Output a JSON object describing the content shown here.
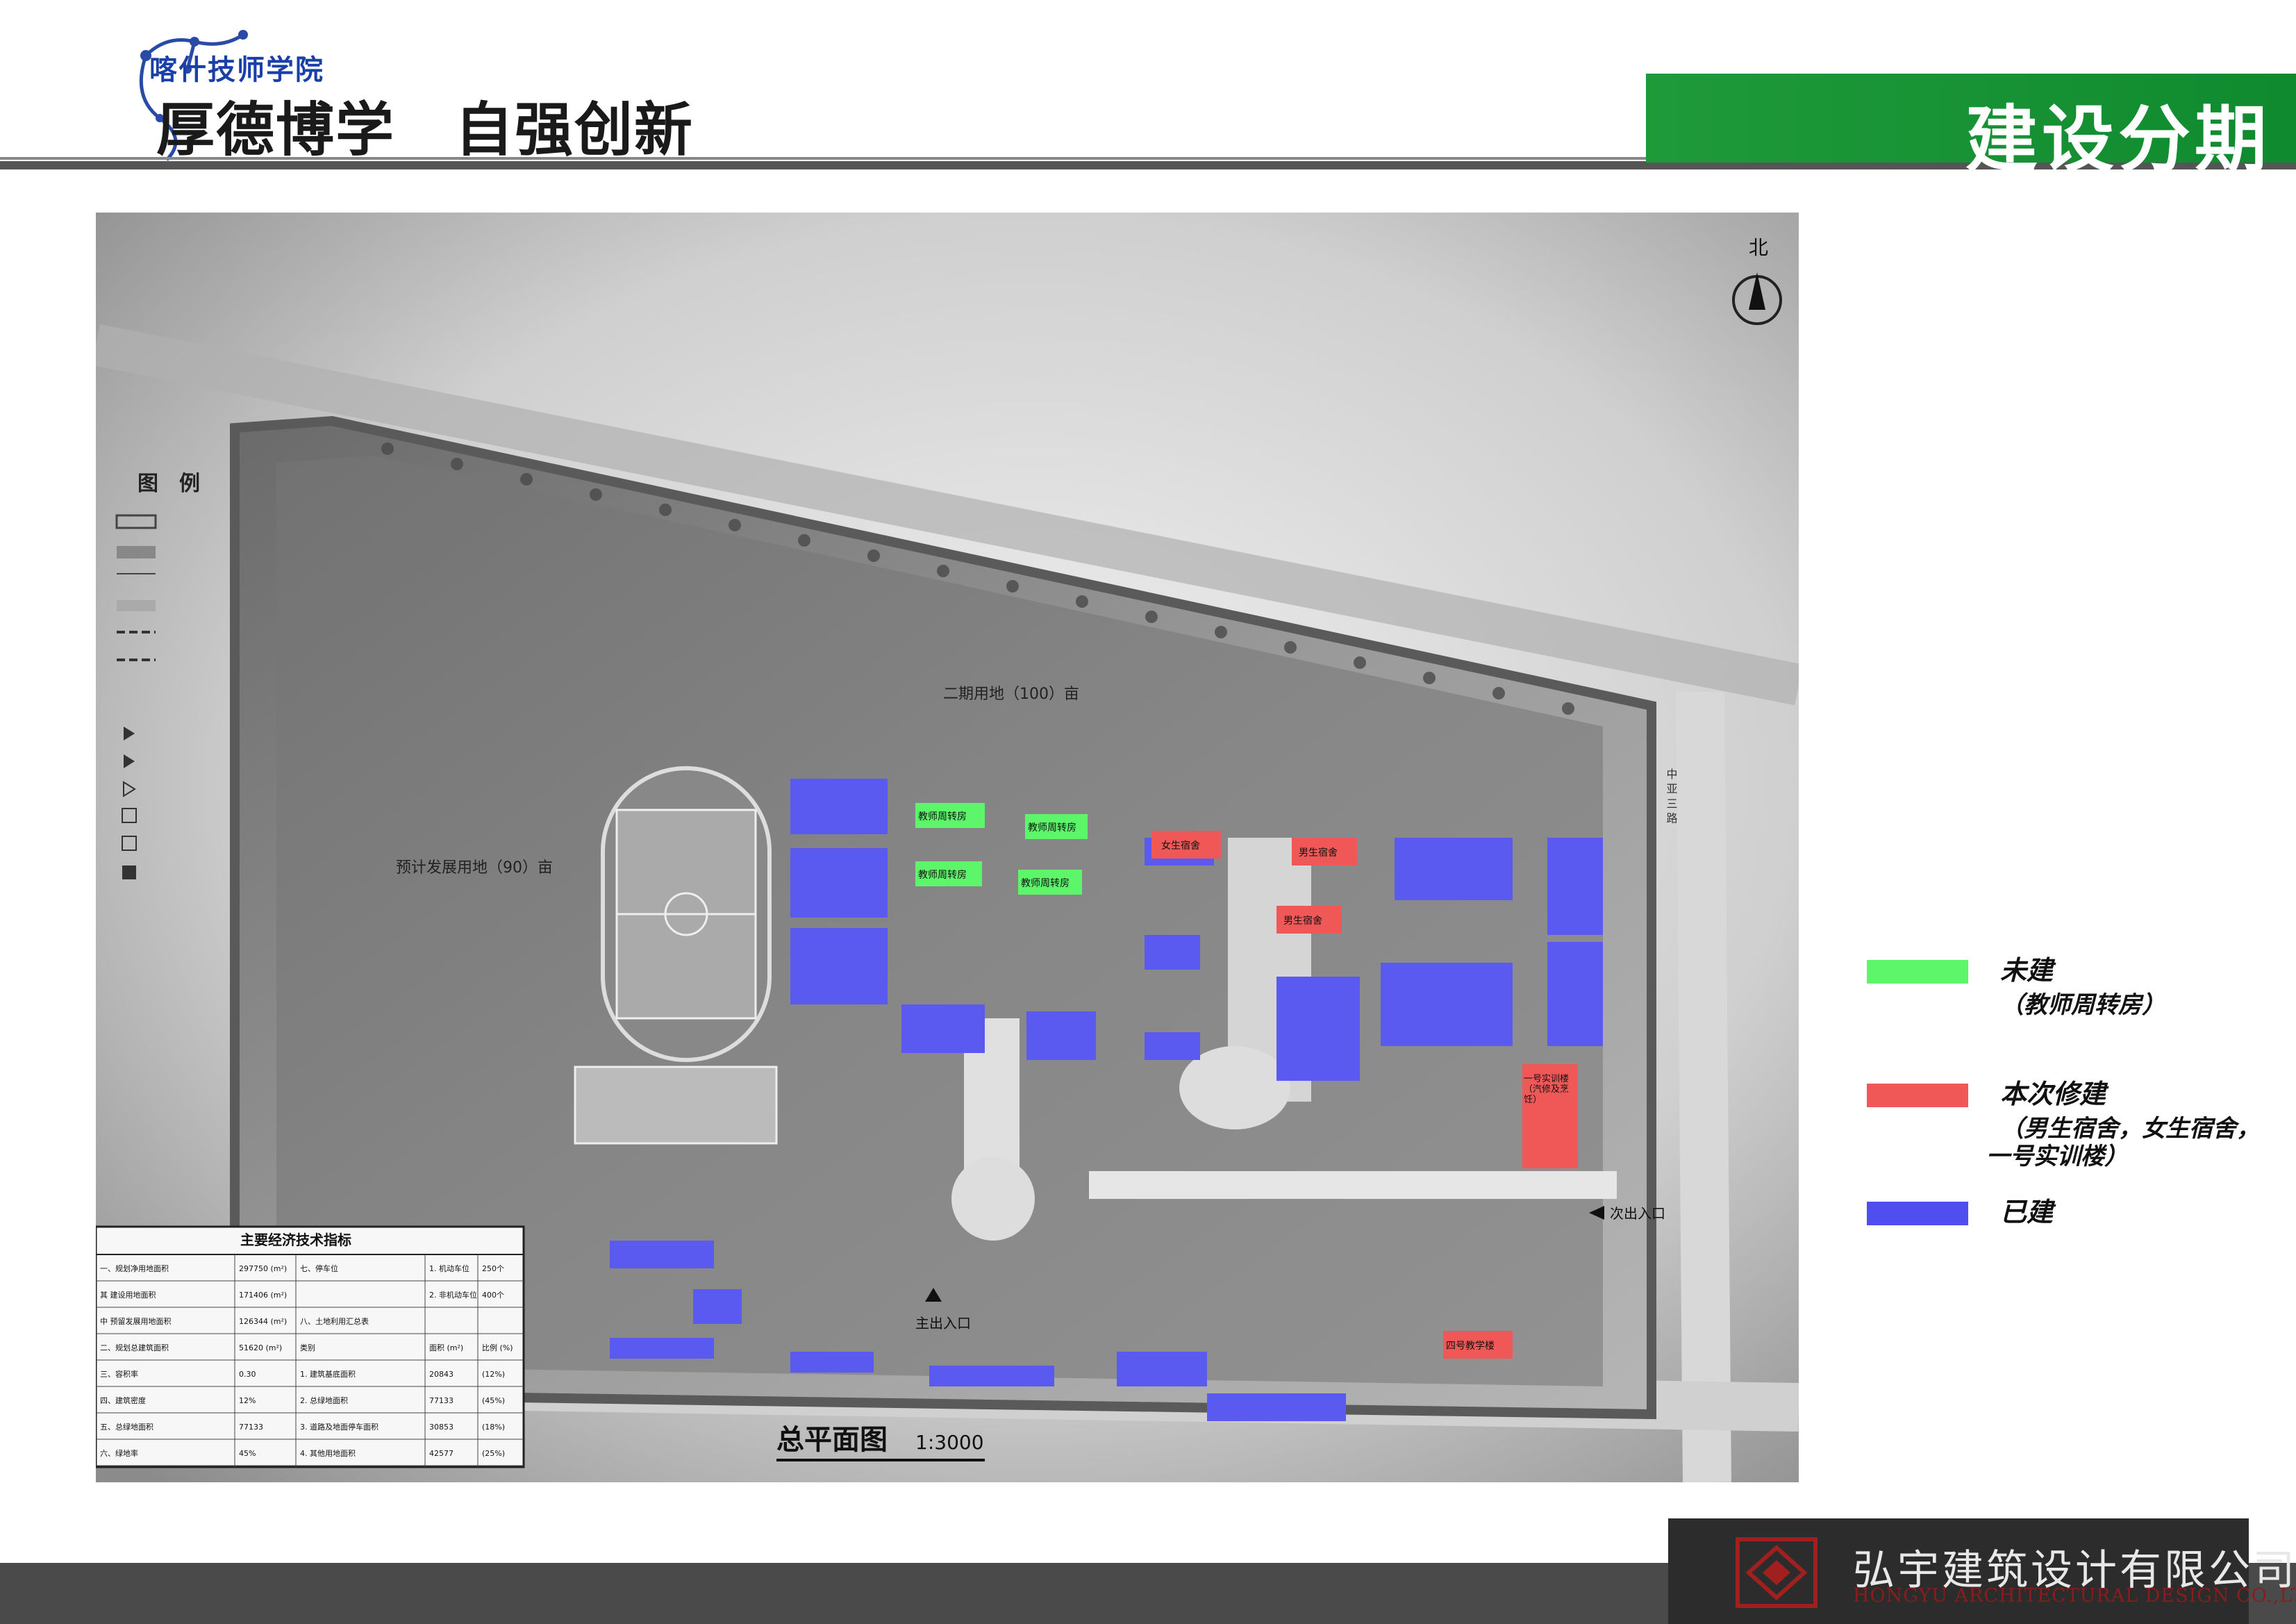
{
  "header": {
    "school_name": "喀什技师学院",
    "motto": "厚德博学　自强创新",
    "section_title": "建设分期"
  },
  "map": {
    "north_label": "北",
    "legend_title": "图　例",
    "zones": {
      "phase2": "二期用地（100）亩",
      "reserve": "预计发展用地（90）亩"
    },
    "buildings": {
      "teacher_housing": "教师周转房",
      "female_dorm": "女生宿舍",
      "male_dorm": "男生宿舍",
      "training_building": "一号实训楼（汽修及烹饪）",
      "teaching_building_4": "四号教学楼"
    },
    "entrances": {
      "main": "主出入口",
      "secondary": "次出入口"
    },
    "road_label": "中 亚 三 路",
    "plan_title": "总平面图",
    "scale": "1:3000",
    "indicator_table": {
      "title": "主要经济技术指标",
      "rows": [
        [
          "一、规划净用地面积",
          "297750 (m²)",
          "七、停车位",
          "1. 机动车位",
          "250个"
        ],
        [
          "其 建设用地面积",
          "171406 (m²)",
          "",
          "2. 非机动车位",
          "400个"
        ],
        [
          "中 预留发展用地面积",
          "126344 (m²)",
          "八、土地利用汇总表",
          "",
          ""
        ],
        [
          "二、规划总建筑面积",
          "51620 (m²)",
          "类别",
          "面积 (m²)",
          "比例 (%)"
        ],
        [
          "三、容积率",
          "0.30",
          "1. 建筑基底面积",
          "20843",
          "(12%)"
        ],
        [
          "四、建筑密度",
          "12%",
          "2. 总绿地面积",
          "77133",
          "(45%)"
        ],
        [
          "五、总绿地面积",
          "77133",
          "3. 道路及地面停车面积",
          "30853",
          "(18%)"
        ],
        [
          "六、绿地率",
          "45%",
          "4. 其他用地面积",
          "42577",
          "(25%)"
        ]
      ]
    }
  },
  "legend": [
    {
      "color": "#5df56a",
      "label": "未建",
      "sub": "（教师周转房）"
    },
    {
      "color": "#f05858",
      "label": "本次修建",
      "sub": "（男生宿舍，女生宿舍，",
      "sub2": "一号实训楼）"
    },
    {
      "color": "#4f4ff0",
      "label": "已建",
      "sub": ""
    }
  ],
  "footer": {
    "company_name": "弘宇建筑设计有限公司",
    "company_en": "HONGYU ARCHITECTURAL DESIGN CO.,LTD"
  },
  "colors": {
    "green_banner": "#1f9a3a",
    "built": "#5a5af0",
    "planned": "#f05858",
    "unbuilt": "#5df56a"
  }
}
